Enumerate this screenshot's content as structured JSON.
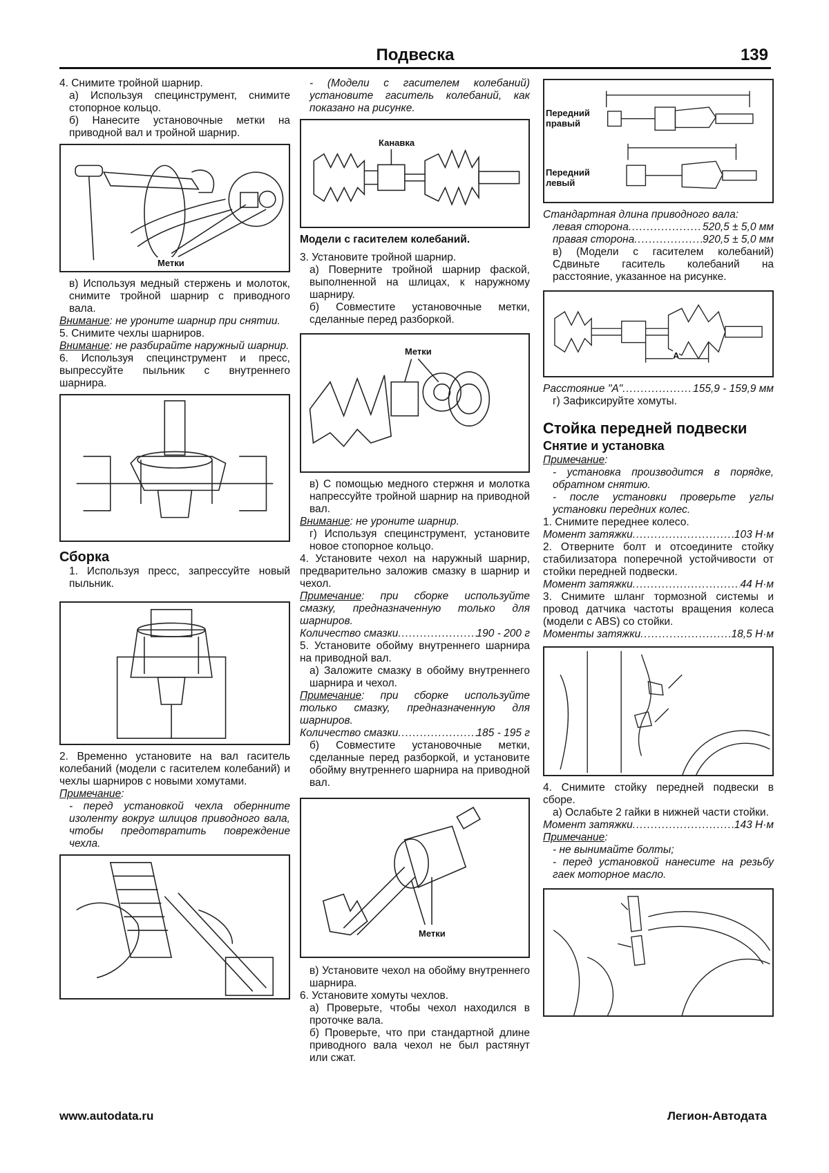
{
  "header": {
    "title": "Подвеска",
    "page_number": "139"
  },
  "col1": {
    "step4": "4. Снимите тройной шарнир.",
    "step4a": "а) Используя специнструмент, снимите стопорное кольцо.",
    "step4b": "б) Нанесите установочные метки на приводной вал и тройной шарнир.",
    "fig1_label": "Метки",
    "step4v": "в) Используя медный стержень и молоток, снимите тройной шарнир с приводного вала.",
    "warn1_u": "Внимание",
    "warn1_t": ": не уроните шарнир при снятии.",
    "step5": "5. Снимите чехлы шарниров.",
    "warn2_u": "Внимание",
    "warn2_t": ": не разбирайте наружный шарнир.",
    "step6": "6. Используя специнструмент и пресс, выпрессуйте пыльник с внутреннего шарнира.",
    "assembly_title": "Сборка",
    "asm1": "1. Используя пресс, запрессуйте новый пыльник.",
    "asm2": "2. Временно установите на вал гаситель колебаний (модели с гасителем колебаний) и чехлы шарниров с новыми хомутами.",
    "note_u": "Примечание",
    "note_t": ":",
    "note_item": "- перед установкой чехла обернните изоленту вокруг шлицов приводного вала, чтобы предотвратить повреждение чехла."
  },
  "col2": {
    "intro": "- (Модели с гасителем колебаний) установите гаситель колебаний, как показано на рисунке.",
    "fig_groove_label": "Канавка",
    "fig_caption": "Модели с гасителем колебаний.",
    "step3": "3. Установите тройной шарнир.",
    "step3a": "а) Поверните тройной шарнир фаской, выполненной на шлицах, к наружному шарниру.",
    "step3b": "б) Совместите установочные метки, сделанные перед разборкой.",
    "fig_marks_label": "Метки",
    "step3v": "в) С помощью медного стержня и молотка напрессуйте тройной шарнир на приводной вал.",
    "warn_u": "Внимание",
    "warn_t": ": не уроните шарнир.",
    "step3g": "г) Используя специнструмент, установите новое стопорное кольцо.",
    "step4": "4. Установите чехол на наружный шарнир, предварительно заложив смазку в шарнир и чехол.",
    "note1_u": "Примечание",
    "note1_t": ": при сборке используйте смазку, предназначенную только для шарниров.",
    "grease1_label": "Количество смазки",
    "grease1_value": "190 - 200 г",
    "step5": "5. Установите обойму внутреннего шарнира на приводной вал.",
    "step5a": "а) Заложите смазку в обойму внутреннего шарнира и чехол.",
    "note2_u": "Примечание",
    "note2_t": ": при сборке используйте только смазку, предназначенную для шарниров.",
    "grease2_label": "Количество смазки",
    "grease2_value": "185 - 195 г",
    "step5b": "б) Совместите установочные метки, сделанные перед разборкой, и установите обойму внутреннего шарнира на приводной вал.",
    "fig_marks2_label": "Метки",
    "step5v": "в) Установите чехол на обойму внутреннего шарнира.",
    "step6": "6. Установите хомуты чехлов.",
    "step6a": "а) Проверьте, чтобы чехол находился в проточке вала.",
    "step6b": "б) Проверьте, что при стандартной длине приводного вала чехол не был растянут или сжат."
  },
  "col3": {
    "fig_front_right": "Передний правый",
    "fig_front_left": "Передний левый",
    "std_length_title": "Стандартная длина приводного вала:",
    "left_label": "левая сторона",
    "left_value": "520,5 ± 5,0 мм",
    "right_label": "правая сторона",
    "right_value": "920,5 ± 5,0 мм",
    "stepv": "в) (Модели с гасителем колебаний) Сдвиньте гаситель колебаний на расстояние, указанное на рисунке.",
    "fig_a_label": "А",
    "dist_label": "Расстояние \"А\"",
    "dist_value": "155,9 - 159,9 мм",
    "stepg": "г) Зафиксируйте хомуты.",
    "strut_title": "Стойка передней подвески",
    "removal_title": "Снятие и установка",
    "note_u": "Примечание",
    "note_t": ":",
    "note1": "- установка производится в порядке, обратном снятию.",
    "note2": "- после установки проверьте углы установки передних колес.",
    "s1": "1. Снимите переднее колесо.",
    "torque1_label": "Момент затяжки",
    "torque1_value": "103 Н·м",
    "s2": "2. Отверните болт и отсоедините стойку стабилизатора поперечной устойчивости от стойки передней подвески.",
    "torque2_label": "Момент затяжки",
    "torque2_value": "44 Н·м",
    "s3": "3. Снимите шланг тормозной системы и провод датчика частоты вращения колеса (модели с ABS) со стойки.",
    "torque3_label": "Моменты затяжки",
    "torque3_value": "18,5 Н·м",
    "s4": "4. Снимите стойку передней подвески в сборе.",
    "s4a": "а) Ослабьте 2 гайки в нижней части стойки.",
    "torque4_label": "Момент затяжки",
    "torque4_value": "143 Н·м",
    "note2_u": "Примечание",
    "note2_t": ":",
    "note2_1": "- не вынимайте болты;",
    "note2_2": "- перед установкой нанесите на резьбу гаек моторное масло."
  },
  "footer": {
    "left": "www.autodata.ru",
    "right": "Легион-Автодата"
  }
}
